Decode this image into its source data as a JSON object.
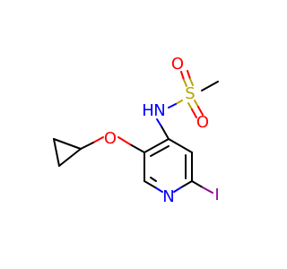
{
  "molecule": {
    "labels": {
      "o_sulfonyl_top": "O",
      "s": "S",
      "o_sulfonyl_bottom": "O",
      "nh_n": "N",
      "nh_h": "H",
      "o_ether": "O",
      "n_ring": "N",
      "iodine": "I"
    },
    "colors": {
      "carbon": "#000000",
      "oxygen": "#FF0000",
      "nitrogen": "#0000FF",
      "sulfur": "#B8A300",
      "iodine": "#940094"
    }
  }
}
